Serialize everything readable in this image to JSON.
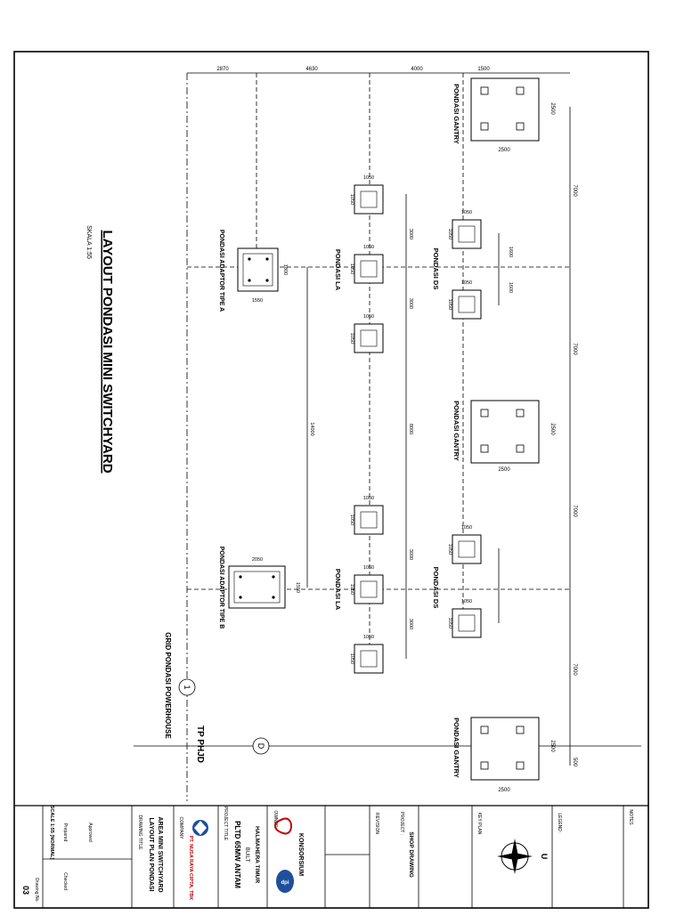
{
  "drawing": {
    "title": "LAYOUT PONDASI MINI SWITCHYARD",
    "scale": "SKALA 1:55",
    "grid_label": "GRID PONDASI POWERHOUSE",
    "tp_label": "TP PHJD",
    "grid_markers": [
      "1",
      "D"
    ]
  },
  "foundations": {
    "gantry": "PONDASI GANTRY",
    "la": "PONDASI LA",
    "ds": "PONDASI DS",
    "adaptor_a": "PONDASI ADAPTOR TIPE A",
    "adaptor_b": "PONDASI ADAPTOR TIPE B"
  },
  "dimensions": {
    "top": [
      "2870",
      "4630",
      "4000",
      "1500"
    ],
    "gantry_size": "2500",
    "gantry_depth": "2500",
    "gantry_spacing": "7000",
    "gantry_edge": "500",
    "la_size": "1050",
    "la_depth": "1050",
    "la_spacing": "3000",
    "la_group_gap": "8000",
    "ds_size": "1050",
    "ds_spacing": "1600",
    "adaptor_a_size": "1550",
    "adaptor_a_depth": "1800",
    "adaptor_b_size": "2050",
    "adaptor_b_depth": "1550",
    "adaptor_spacing": "14000"
  },
  "title_block": {
    "legend_label": "LEGEND :",
    "notes_label": "NOTES",
    "key_plan": "KEY PLAN",
    "north": "U",
    "stage_label": "PROJECT :",
    "stage": "SHOP DRAWING",
    "revision_label": "REVISION",
    "owner_label": "OWNER",
    "contractor": "KONSORSIUM",
    "project_label": "PROJECT TITLE",
    "project_name": "PLTD 65MW ANTAM",
    "project_line2": "BUILT",
    "project_location": "HALMAHERA TIMUR",
    "company_label": "COMPANY",
    "company": "PT. NUSA RAYA CIPTA, TBK",
    "drawing_title_label": "DRAWING TITLE",
    "drawing_title_1": "LAYOUT PLAN PONDASI",
    "drawing_title_2": "AREA MINI SWITCHYARD",
    "scale_row": "SCALE   1:55 [NORMAL]",
    "prepared": "Prepared",
    "checked": "Checked",
    "approved": "Approved",
    "drawing_no": "Drawing No.",
    "sheet_no": "03"
  }
}
